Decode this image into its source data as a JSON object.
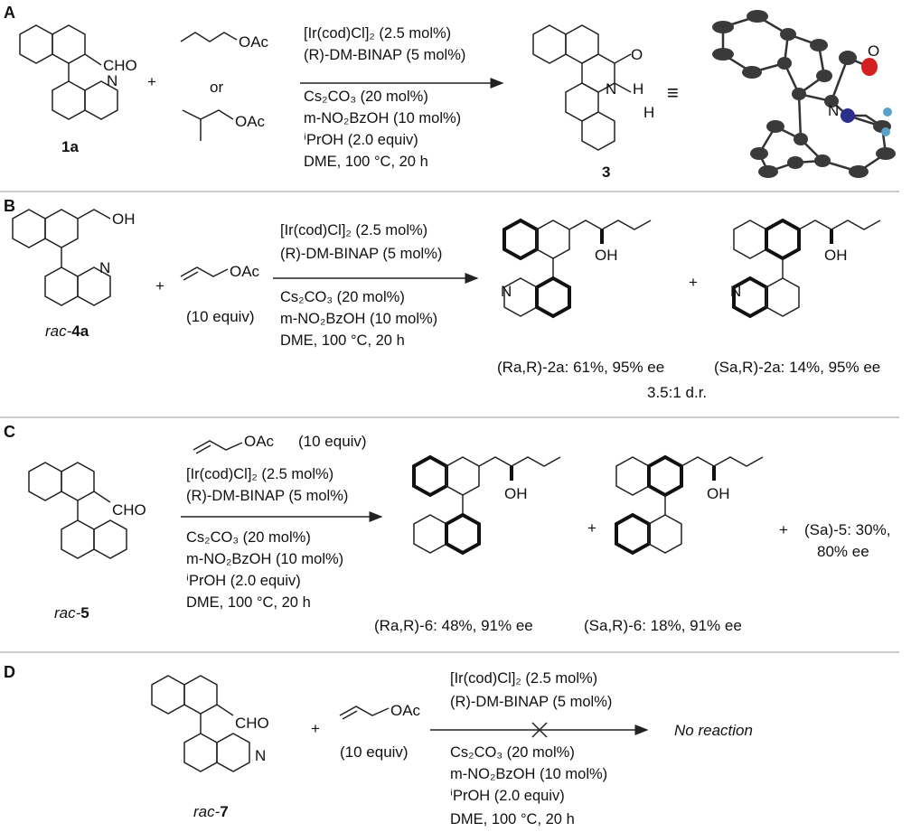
{
  "panels": {
    "A": {
      "label": "A",
      "sm_label": "1a",
      "sm_group": "CHO",
      "sm_N": "N",
      "reagent1": "OAc",
      "or": "or",
      "reagent2": "OAc",
      "plus": "+",
      "conditions": [
        "[Ir(cod)Cl]₂ (2.5 mol%)",
        "(R)-DM-BINAP (5 mol%)",
        "Cs₂CO₃ (20 mol%)",
        "m-NO₂BzOH (10 mol%)",
        "ⁱPrOH (2.0 equiv)",
        "DME, 100 °C, 20 h"
      ],
      "product_label": "3",
      "product_O": "O",
      "product_N": "N",
      "product_H": "H",
      "product_H2": "H",
      "equiv_symbol": "≡",
      "xray_O": "O",
      "xray_N": "N"
    },
    "B": {
      "label": "B",
      "sm_label_prefix": "rac-",
      "sm_label_num": "4a",
      "sm_group": "OH",
      "sm_N": "N",
      "reagent": "OAc",
      "reagent_equiv": "(10 equiv)",
      "plus": "+",
      "plus2": "+",
      "conditions": [
        "[Ir(cod)Cl]₂ (2.5 mol%)",
        "(R)-DM-BINAP (5 mol%)",
        "Cs₂CO₃ (20 mol%)",
        "m-NO₂BzOH (10 mol%)",
        "DME, 100 °C, 20 h"
      ],
      "p1_N": "N",
      "p1_OH": "OH",
      "p2_N": "N",
      "p2_OH": "OH",
      "p1_caption": "(Ra,R)-2a: 61%, 95% ee",
      "p2_caption": "(Sa,R)-2a: 14%, 95% ee",
      "dr": "3.5:1 d.r."
    },
    "C": {
      "label": "C",
      "sm_label_prefix": "rac-",
      "sm_label_num": "5",
      "sm_group": "CHO",
      "reagent": "OAc",
      "reagent_equiv": "(10 equiv)",
      "conditions": [
        "[Ir(cod)Cl]₂ (2.5 mol%)",
        "(R)-DM-BINAP (5 mol%)",
        "Cs₂CO₃ (20 mol%)",
        "m-NO₂BzOH (10 mol%)",
        "ⁱPrOH (2.0 equiv)",
        "DME, 100 °C, 20 h"
      ],
      "p1_OH": "OH",
      "p2_OH": "OH",
      "plus": "+",
      "plus2": "+",
      "p1_caption": "(Ra,R)-6: 48%, 91% ee",
      "p2_caption": "(Sa,R)-6: 18%, 91% ee",
      "p3_caption_1": "(Sa)-5: 30%,",
      "p3_caption_2": "80% ee"
    },
    "D": {
      "label": "D",
      "sm_label_prefix": "rac-",
      "sm_label_num": "7",
      "sm_group": "CHO",
      "sm_N": "N",
      "reagent": "OAc",
      "reagent_equiv": "(10 equiv)",
      "plus": "+",
      "conditions": [
        "[Ir(cod)Cl]₂ (2.5 mol%)",
        "(R)-DM-BINAP (5 mol%)",
        "Cs₂CO₃ (20 mol%)",
        "m-NO₂BzOH (10 mol%)",
        "ⁱPrOH (2.0 equiv)",
        "DME, 100 °C, 20 h"
      ],
      "result": "No reaction"
    }
  },
  "colors": {
    "oxygen": "#d42020",
    "nitrogen": "#2a2f8a",
    "hydrogen": "#5aa0c8",
    "carbon": "#3a3a3a"
  }
}
